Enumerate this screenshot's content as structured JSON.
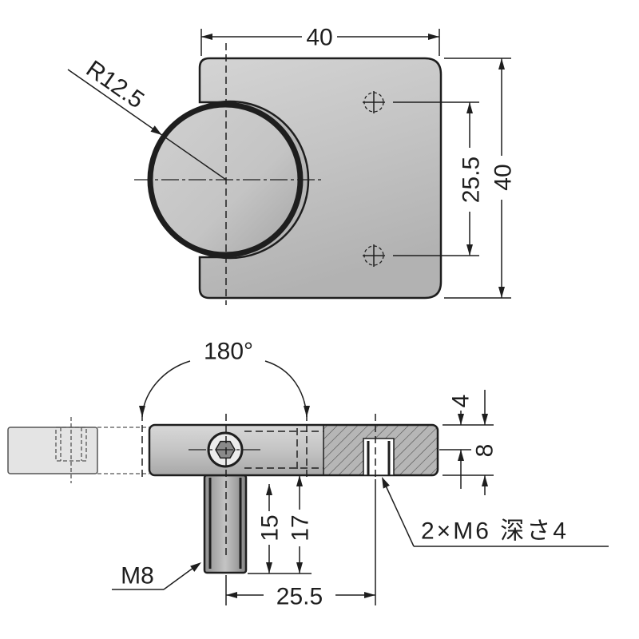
{
  "colors": {
    "outline": "#1e1e1e",
    "part_fill": "#c4c4c4",
    "ghost_fill": "#e4e4e4"
  },
  "top_view": {
    "width_dim": "40",
    "radius_label": "R12.5",
    "hole_pitch_dim": "25.5",
    "height_dim": "40"
  },
  "side_view": {
    "rotation_label": "180°",
    "depth_dim": "4",
    "thickness_dim": "8",
    "stud_dim_15": "15",
    "stud_dim_17": "17",
    "stud_thread_label": "M8",
    "offset_dim": "25.5",
    "hole_callout": "2×M6 深さ4"
  }
}
